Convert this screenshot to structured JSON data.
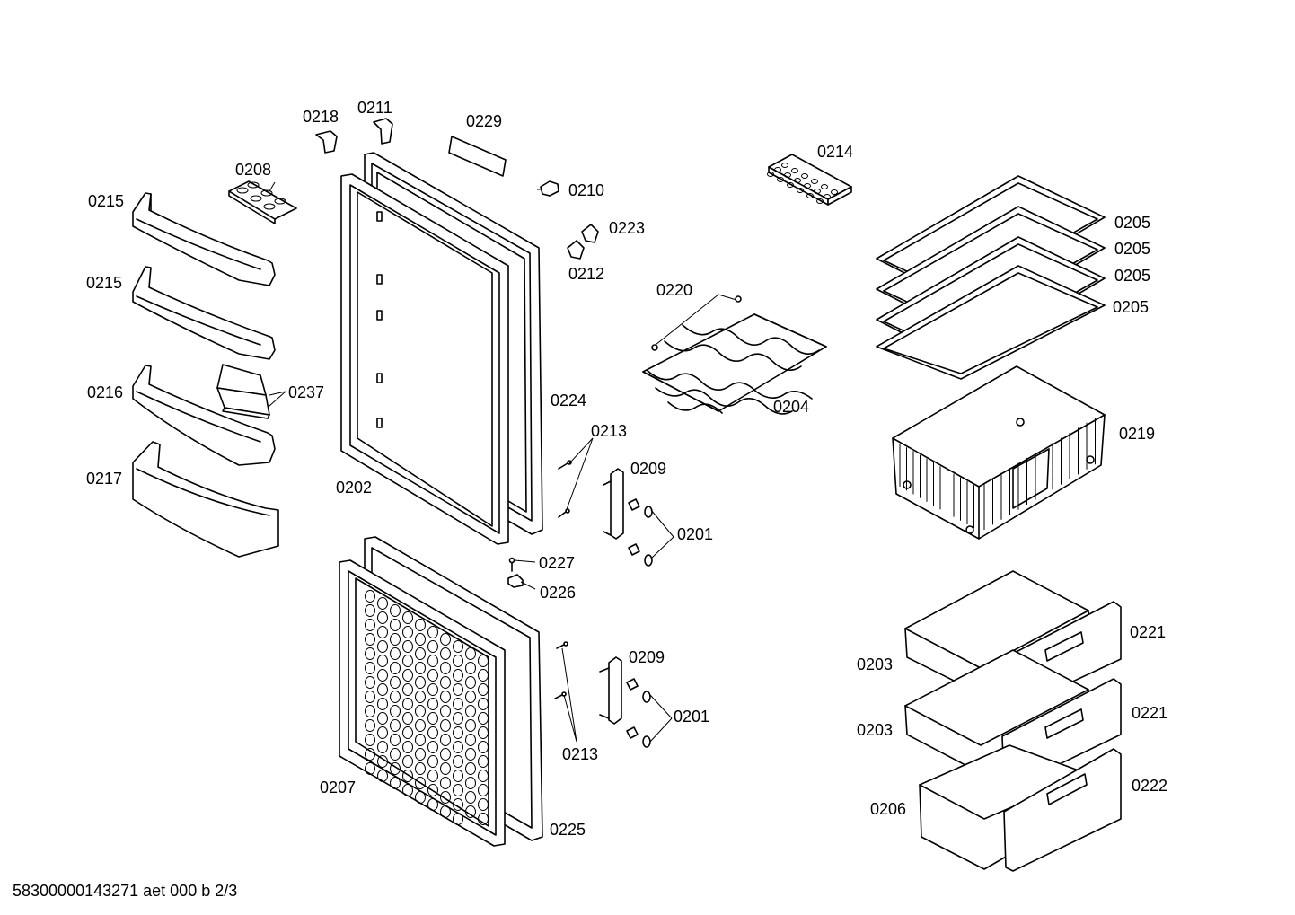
{
  "labels": {
    "l0218": "0218",
    "l0211": "0211",
    "l0229": "0229",
    "l0214": "0214",
    "l0208": "0208",
    "l0215a": "0215",
    "l0215b": "0215",
    "l0210": "0210",
    "l0223": "0223",
    "l0212": "0212",
    "l0205a": "0205",
    "l0205b": "0205",
    "l0205c": "0205",
    "l0205d": "0205",
    "l0220": "0220",
    "l0216": "0216",
    "l0237": "0237",
    "l0224": "0224",
    "l0204": "0204",
    "l0213a": "0213",
    "l0219": "0219",
    "l0217": "0217",
    "l0209a": "0209",
    "l0202": "0202",
    "l0201a": "0201",
    "l0227": "0227",
    "l0226": "0226",
    "l0221a": "0221",
    "l0209b": "0209",
    "l0203a": "0203",
    "l0221b": "0221",
    "l0201b": "0201",
    "l0203b": "0203",
    "l0213b": "0213",
    "l0222": "0222",
    "l0207": "0207",
    "l0206": "0206",
    "l0225": "0225"
  },
  "footer": "58300000143271 aet 000 b 2/3"
}
